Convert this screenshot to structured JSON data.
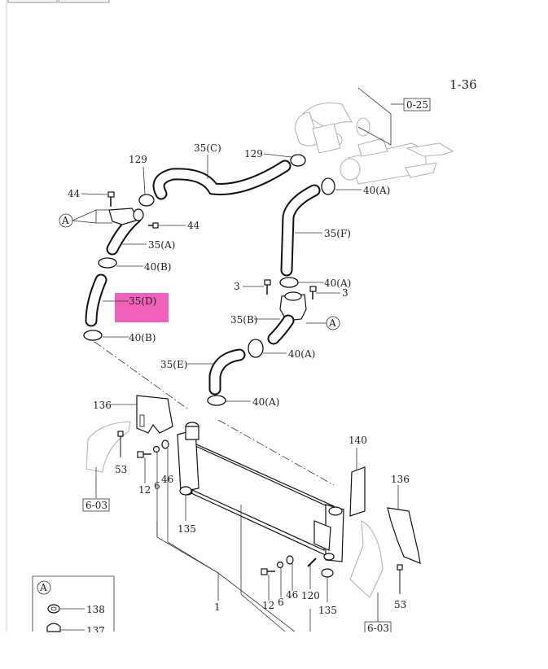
{
  "page_number": "1-36",
  "callouts": {
    "ref_0_25": "0-25",
    "ref_6_03_left": "6-03",
    "ref_6_03_right": "6-03",
    "p129_left": "129",
    "p129_right": "129",
    "p35C": "35(C)",
    "p44_left": "44",
    "p44_right": "44",
    "pA_left": "A",
    "p35A": "35(A)",
    "p40B_top": "40(B)",
    "p35D": "35(D)",
    "p40B_bottom": "40(B)",
    "p40A_top": "40(A)",
    "p35F": "35(F)",
    "p3_left": "3",
    "p40A_mid": "40(A)",
    "p3_right": "3",
    "p35B": "35(B)",
    "pA_right": "A",
    "p40A_lower": "40(A)",
    "p35E": "35(E)",
    "p40A_bottom": "40(A)",
    "p136_left": "136",
    "p53_left": "53",
    "p12_left": "12",
    "p6_left": "6",
    "p46_left": "46",
    "p135_left": "135",
    "p140": "140",
    "p136_right": "136",
    "p53_right": "53",
    "p12_right": "12",
    "p6_right": "6",
    "p46_right": "46",
    "p120": "120",
    "p135_right": "135",
    "p1": "1"
  },
  "detail_box": {
    "label": "A",
    "items": [
      "138",
      "137"
    ]
  },
  "colors": {
    "highlight": "#f050b4",
    "line": "#333333",
    "ghost_part": "#b5b5b5"
  }
}
